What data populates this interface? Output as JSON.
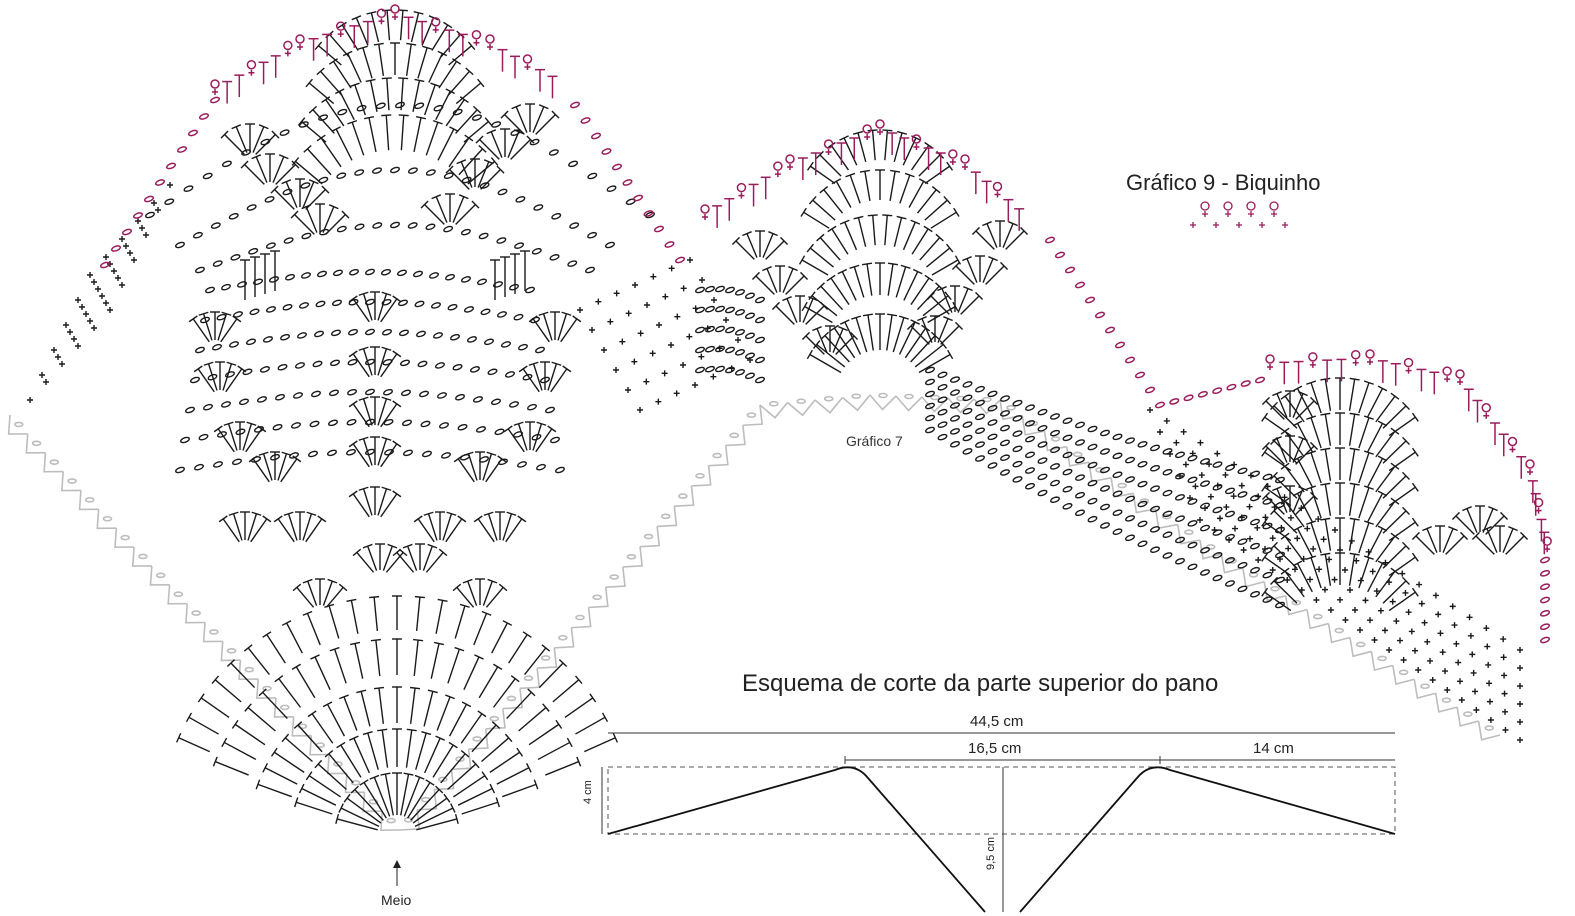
{
  "chart9": {
    "title": "Gráfico 9 - Biquinho"
  },
  "chart7": {
    "label": "Gráfico 7"
  },
  "middle_label": "Meio",
  "cut_scheme": {
    "title": "Esquema de corte da parte superior do pano",
    "dim_total": "44,5 cm",
    "dim_middle": "16,5 cm",
    "dim_right": "14 cm",
    "dim_left_height": "4 cm",
    "dim_center_height": "9,5 cm"
  },
  "colors": {
    "pattern_black": "#1a1a1a",
    "edging_magenta": "#9b1c5c",
    "base_grey": "#bdbdbd",
    "text": "#222222"
  }
}
